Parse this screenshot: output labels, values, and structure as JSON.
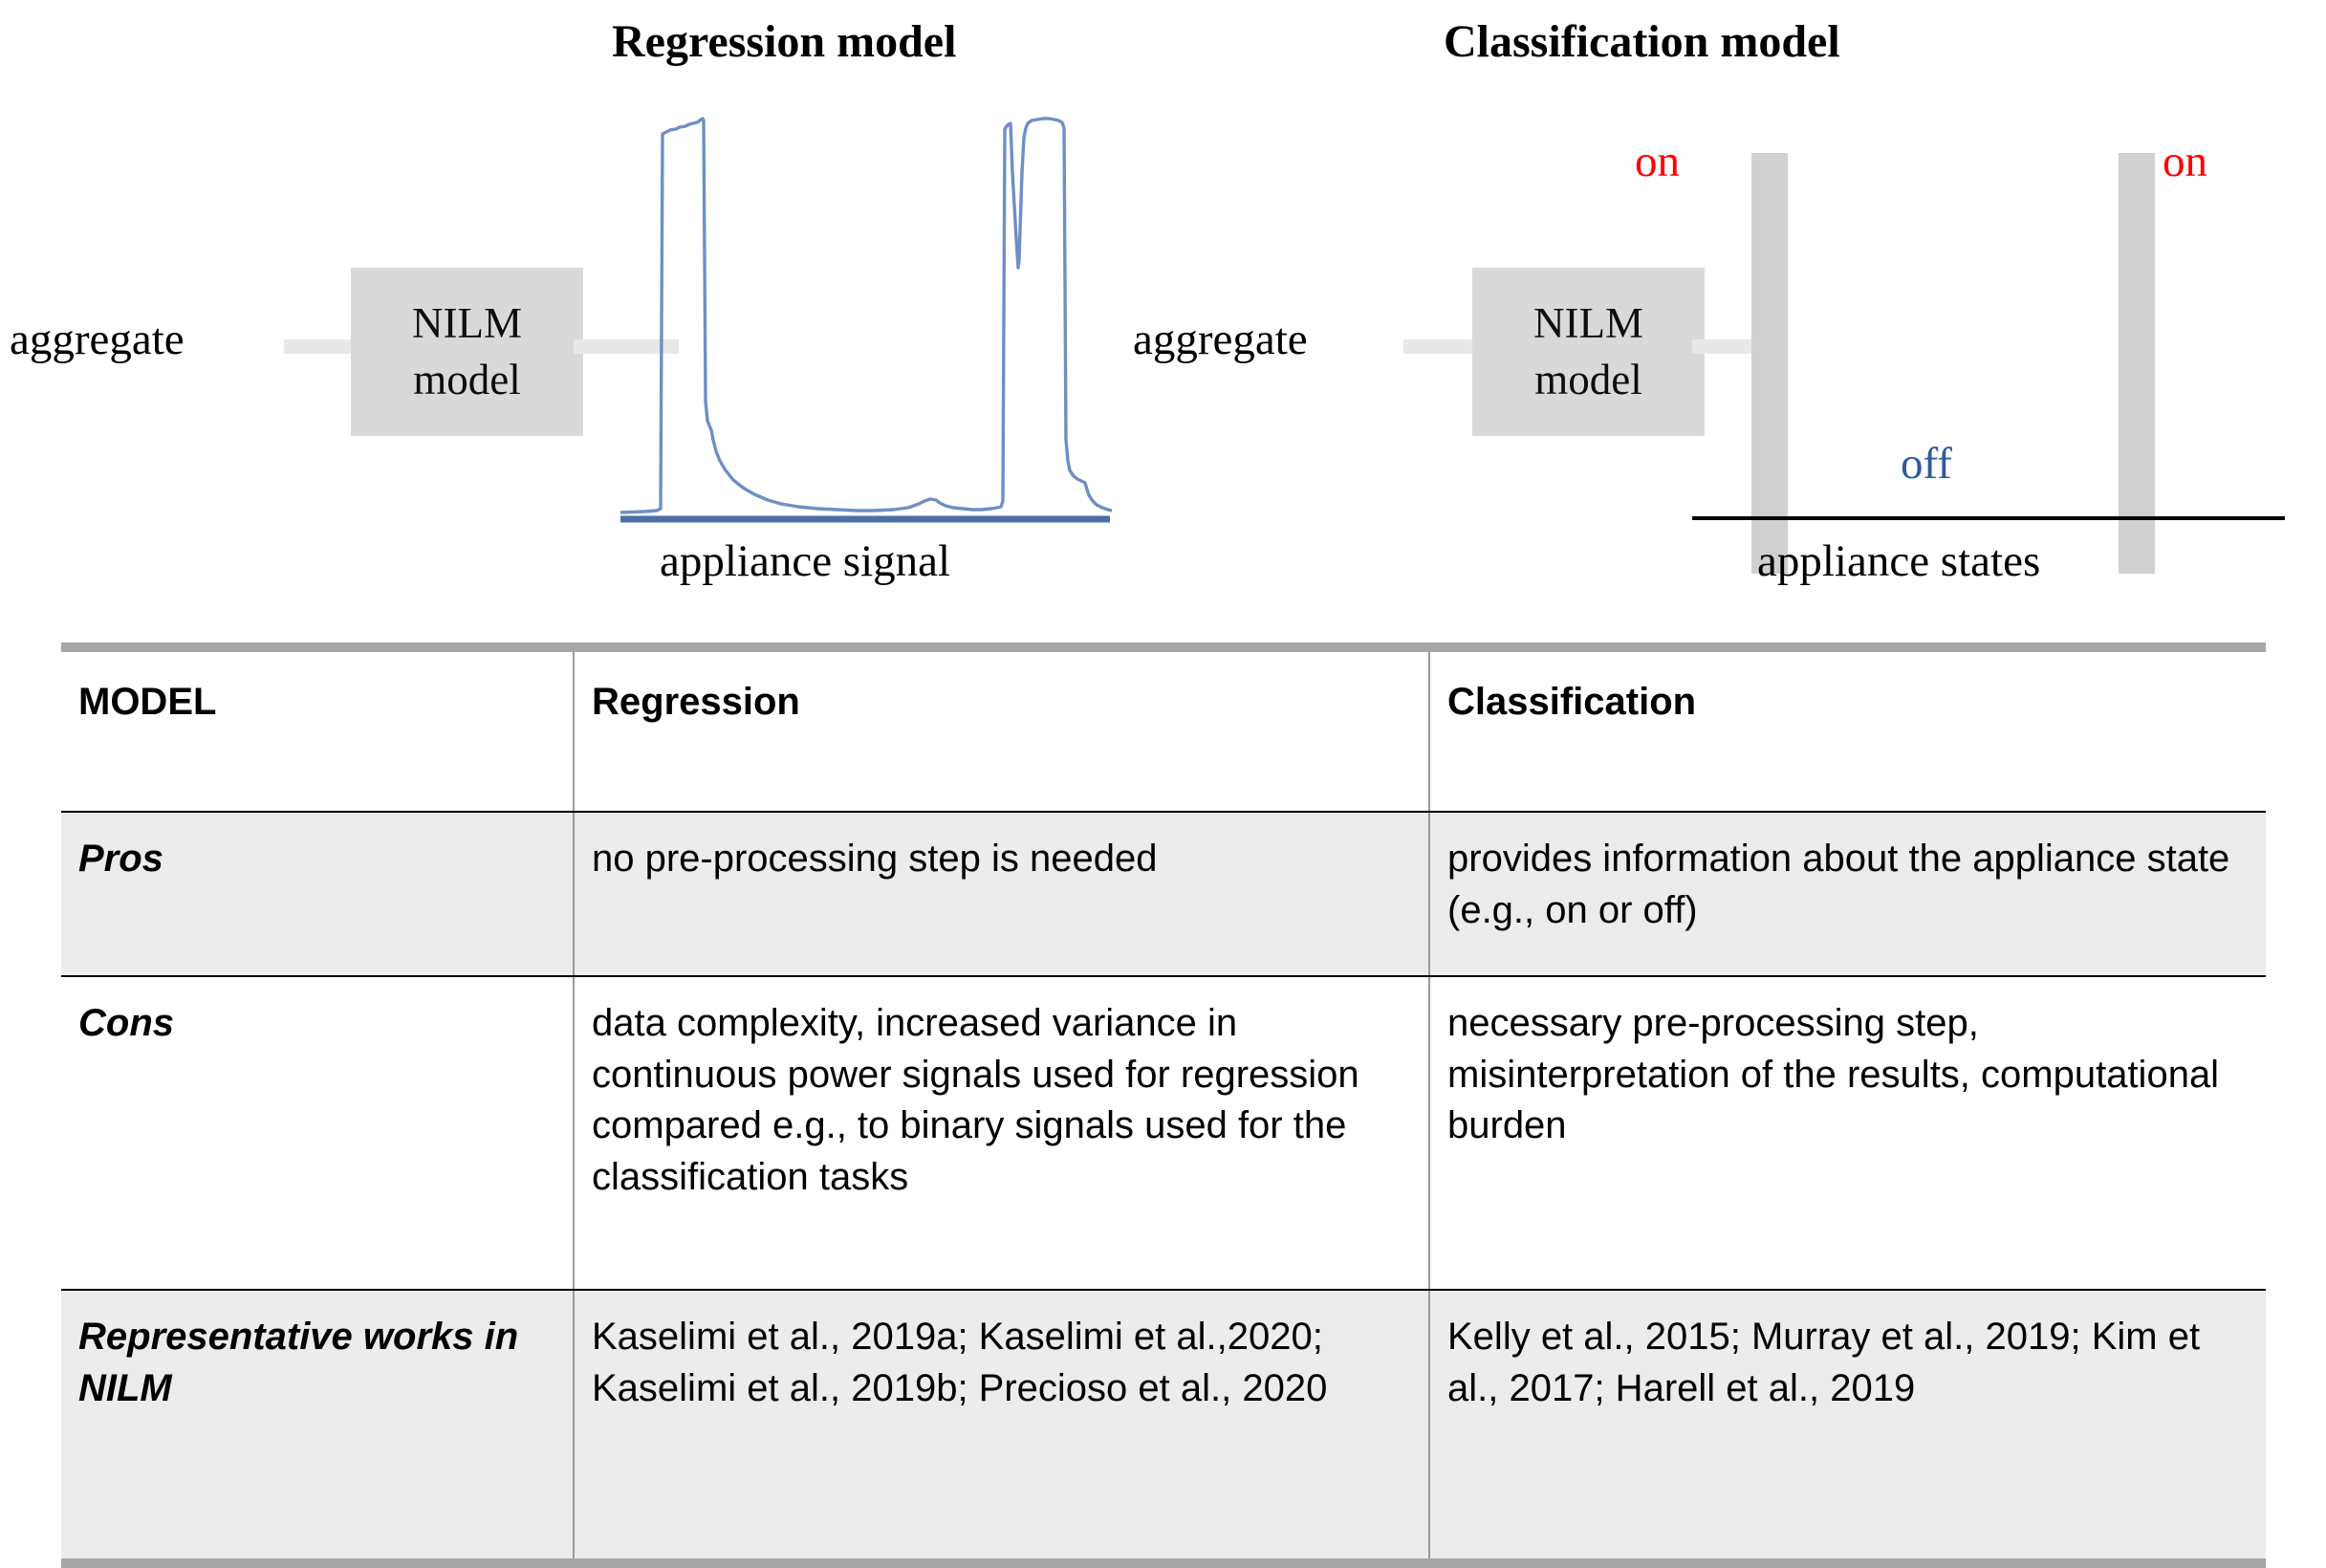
{
  "diagram": {
    "regression": {
      "title": "Regression model",
      "aggregate_label": "aggregate",
      "box_line1": "NILM",
      "box_line2": "model",
      "caption": "appliance signal",
      "signal_color": "#6f8fc4"
    },
    "classification": {
      "title": "Classification model",
      "aggregate_label": "aggregate",
      "box_line1": "NILM",
      "box_line2": "model",
      "caption": "appliance states",
      "on_label_left": "on",
      "on_label_right": "on",
      "off_label": "off",
      "on_color": "#ff0000",
      "off_color": "#2e5b9a",
      "bar_color": "#d0d0d0"
    }
  },
  "table": {
    "columns": [
      "MODEL",
      "Regression",
      "Classification"
    ],
    "rows": [
      {
        "label": "Pros",
        "regression": "no pre-processing step is needed",
        "classification": "provides information about the appliance state (e.g., on or off)"
      },
      {
        "label": "Cons",
        "regression": "data complexity, increased variance in continuous power signals used for regression compared e.g., to binary signals used for the classification tasks",
        "classification": "necessary pre-processing step, misinterpretation of the results, computational burden"
      },
      {
        "label": "Representative works in NILM",
        "regression": "Kaselimi et al., 2019a; Kaselimi et al.,2020; Kaselimi et al., 2019b; Precioso et al., 2020",
        "classification": "Kelly et al., 2015; Murray et al., 2019; Kim et al., 2017;  Harell et al., 2019"
      }
    ]
  },
  "chart_data": [
    {
      "type": "line",
      "title": "appliance signal",
      "xlabel": "",
      "ylabel": "",
      "description": "Appliance power trace with two tall rectangular activation bursts separated by a long near-zero idle period.",
      "x": [
        0,
        4,
        8,
        9,
        10,
        12,
        14,
        16,
        17,
        18,
        19,
        20,
        21,
        22,
        24,
        28,
        34,
        40,
        48,
        56,
        62,
        66,
        68,
        70,
        72,
        74,
        76,
        78,
        79,
        80,
        81,
        82,
        84,
        86,
        88,
        92,
        96,
        100
      ],
      "y": [
        2,
        2,
        2,
        86,
        88,
        89,
        90,
        96,
        96,
        20,
        14,
        10,
        7,
        5,
        4,
        3,
        2,
        2,
        3,
        4,
        3,
        2,
        2,
        88,
        70,
        93,
        96,
        95,
        94,
        93,
        40,
        14,
        9,
        6,
        4,
        3,
        2,
        2
      ],
      "ylim": [
        0,
        100
      ],
      "grid": false,
      "series_color": "#6f8fc4"
    },
    {
      "type": "bar",
      "title": "appliance states",
      "description": "Binary on/off appliance state signal: two narrow 'on' pulses on a zero 'off' baseline.",
      "categories": [
        "on-pulse-1",
        "off",
        "on-pulse-2"
      ],
      "state_labels": {
        "high": "on",
        "low": "off"
      },
      "values": [
        1,
        0,
        1
      ],
      "ylim": [
        0,
        1
      ],
      "grid": false,
      "bar_color": "#d0d0d0"
    }
  ]
}
